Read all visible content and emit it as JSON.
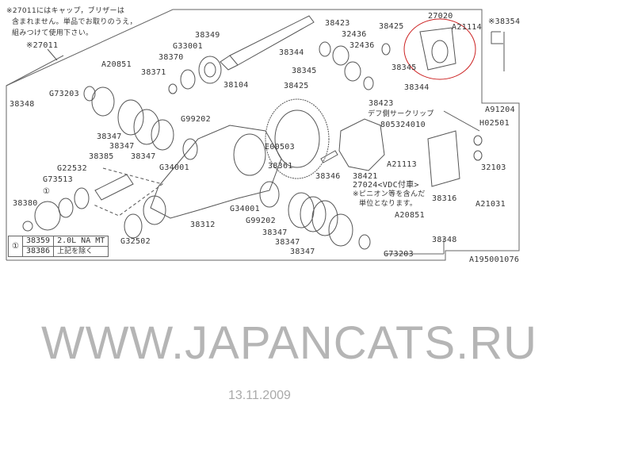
{
  "note": [
    "※27011にはキャップ，ブリザーは",
    "含まれません。単品でお取りのうえ，",
    "組みつけて使用下さい。"
  ],
  "labels": [
    "※27011",
    "A20851",
    "38349",
    "G33001",
    "38370",
    "38371",
    "38104",
    "G73203",
    "38348",
    "G99202",
    "38347",
    "38347",
    "38347",
    "38385",
    "G22532",
    "G73513",
    "38380",
    "G34001",
    "38312",
    "G32502",
    "G34001",
    "G99202",
    "38347",
    "38347",
    "38347",
    "E00503",
    "38361",
    "38346",
    "38421",
    "27024<VDC付車>",
    "A21113",
    "A20851",
    "38348",
    "G73203",
    "38316",
    "32103",
    "A21031",
    "A91204",
    "H02501",
    "デフ側サークリップ",
    "805324010",
    "38423",
    "32436",
    "38425",
    "27020",
    "A21114",
    "※38354",
    "38344",
    "32436",
    "38345",
    "38345",
    "38425",
    "38344",
    "38423",
    "①"
  ],
  "vdc_note": [
    "※ピニオン等を含んだ",
    "単位となります。"
  ],
  "table": {
    "marker": "①",
    "rows": [
      [
        "38359",
        "2.0L NA MT"
      ],
      [
        "38386",
        "上記を除く"
      ]
    ]
  },
  "diagram_id": "A195001076",
  "watermark": "WWW.JAPANCATS.RU",
  "date_stamp": "13.11.2009",
  "colors": {
    "line": "#444444",
    "highlight": "#cc2222",
    "watermark": "#888888"
  }
}
